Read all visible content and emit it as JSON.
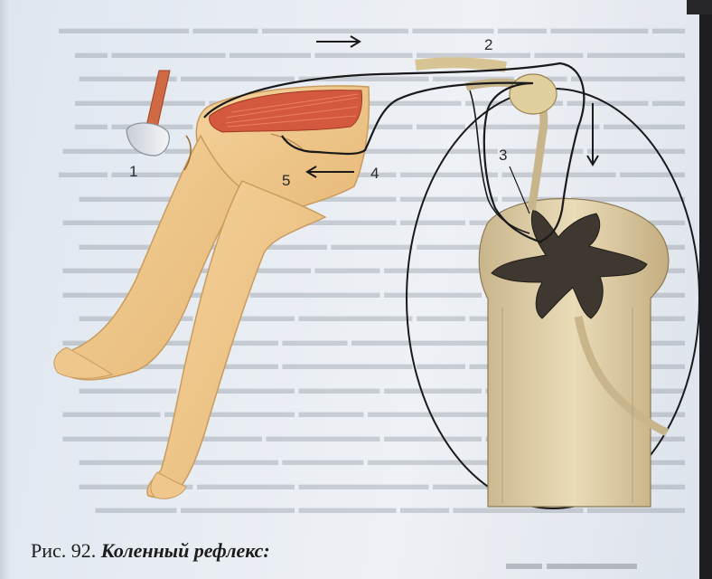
{
  "figure": {
    "labels": {
      "l1": "1",
      "l2": "2",
      "l3": "3",
      "l4": "4",
      "l5": "5"
    }
  },
  "caption": {
    "number": "Рис. 92.",
    "title": "Коленный рефлекс:"
  },
  "colors": {
    "skin": "#f1c98c",
    "muscle": "#d0563c",
    "nerve": "#1a1a1a",
    "cord_gray": "#4a4238"
  }
}
